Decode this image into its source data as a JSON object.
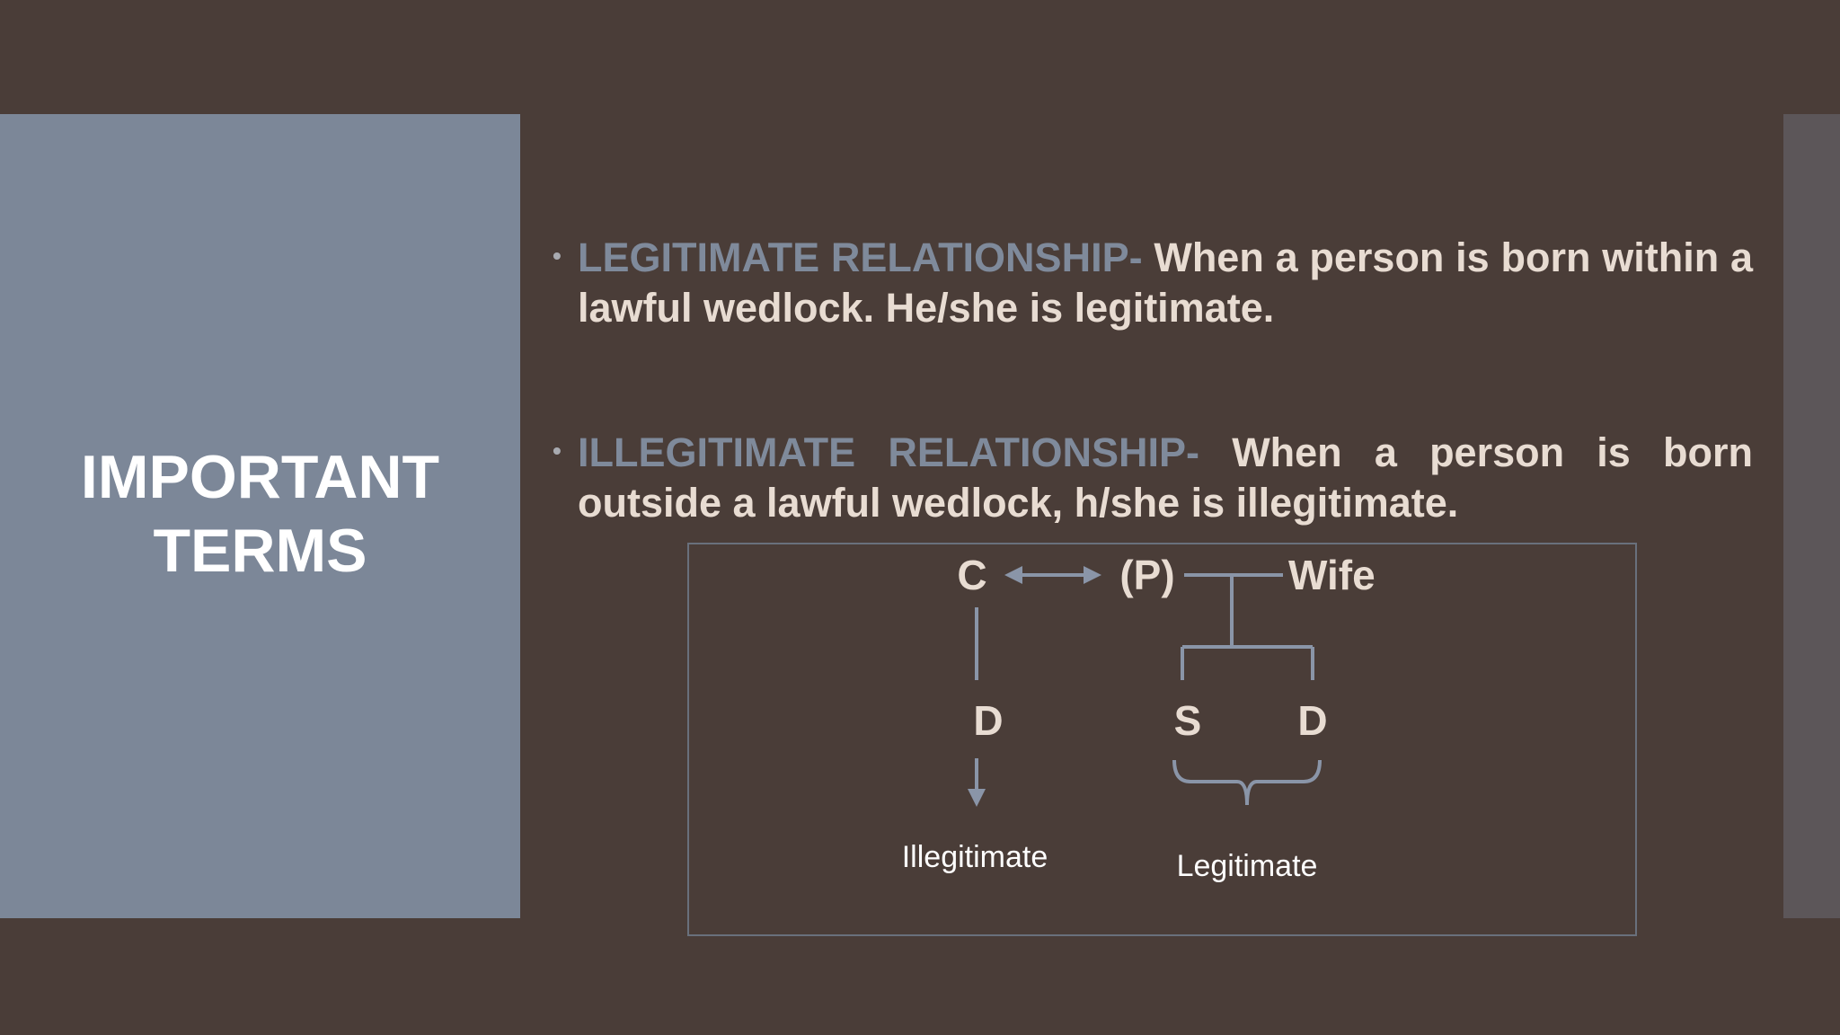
{
  "sidebar": {
    "title_line1": "IMPORTANT",
    "title_line2": "TERMS"
  },
  "bullets": [
    {
      "term": "LEGITIMATE RELATIONSHIP-",
      "text": " When a person is born within a lawful wedlock. He/she is legitimate."
    },
    {
      "term": "ILLEGITIMATE RELATIONSHIP-",
      "text": " When a person is born outside a lawful wedlock, h/she is illegitimate."
    }
  ],
  "diagram": {
    "nodes": {
      "c": "C",
      "p": "(P)",
      "wife": "Wife",
      "d_left": "D",
      "s": "S",
      "d_right": "D"
    },
    "labels": {
      "illegitimate": "Illegitimate",
      "legitimate": "Legitimate"
    }
  },
  "colors": {
    "background": "#4a3d38",
    "panel": "#7c8798",
    "accent": "#7f8a9b",
    "text": "#e8dcd2",
    "line": "#8a95a8"
  }
}
